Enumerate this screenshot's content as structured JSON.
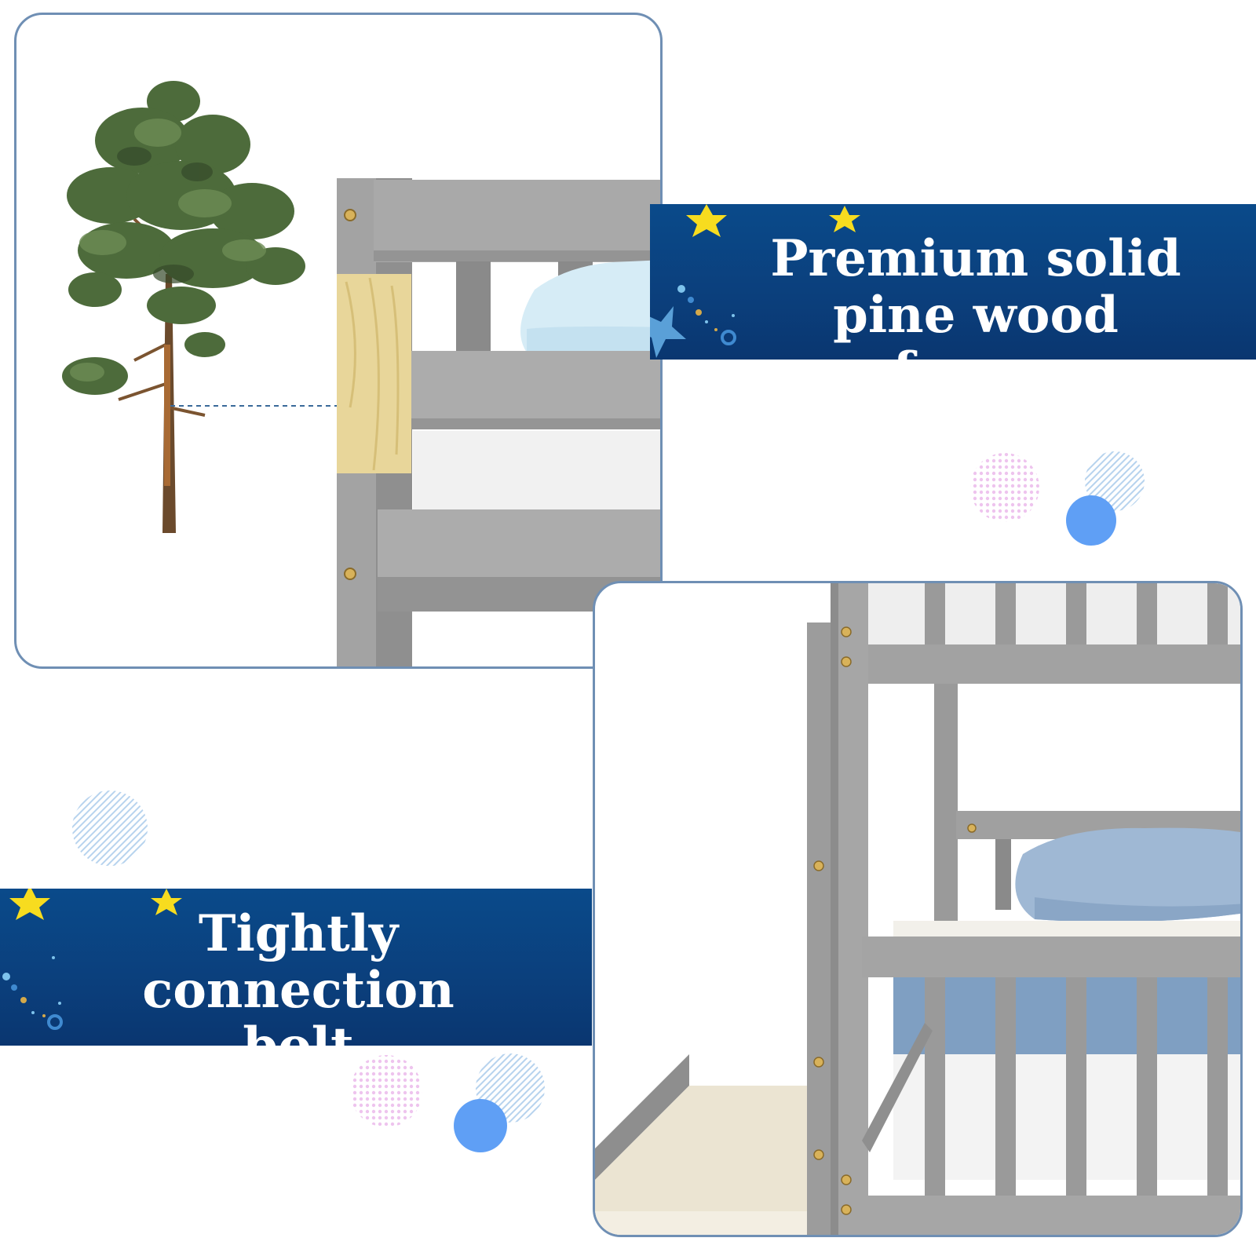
{
  "banner_top": {
    "line1": "Premium solid",
    "line2": "pine wood frame"
  },
  "banner_bottom": {
    "line1": "Tightly",
    "line2": "connection bolt"
  },
  "colors": {
    "banner_blue": "#0b3f7c",
    "panel_border": "#6f8fb4",
    "bed_gray": "#9c9c9c",
    "pine": "#e8d69a",
    "star_yellow": "#f7dc1f",
    "bolt_gold": "#d8b25a",
    "dot_pink": "#eec4ee",
    "dot_blue": "#5f9ff5",
    "hatch_blue": "#b7d3ee"
  }
}
